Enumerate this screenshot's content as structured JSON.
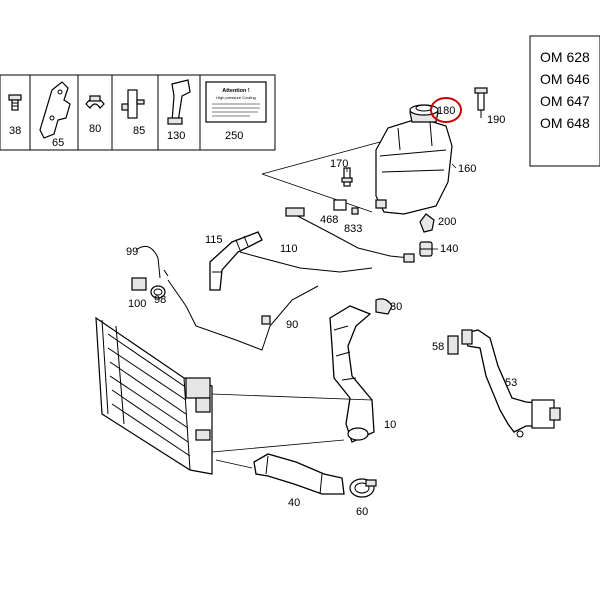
{
  "engines": [
    "OM 628",
    "OM 646",
    "OM 647",
    "OM 648"
  ],
  "header_labels": [
    "38",
    "65",
    "80",
    "85",
    "130",
    "250"
  ],
  "attention_card": {
    "title": "Attention !",
    "subtitle": "High pressure Cooling"
  },
  "parts": [
    "180",
    "190",
    "160",
    "170",
    "468",
    "833",
    "200",
    "140",
    "110",
    "115",
    "99",
    "100",
    "98",
    "90",
    "30",
    "10",
    "58",
    "53",
    "40",
    "60"
  ],
  "highlight": {
    "part": "180",
    "color": "#cc0000"
  }
}
